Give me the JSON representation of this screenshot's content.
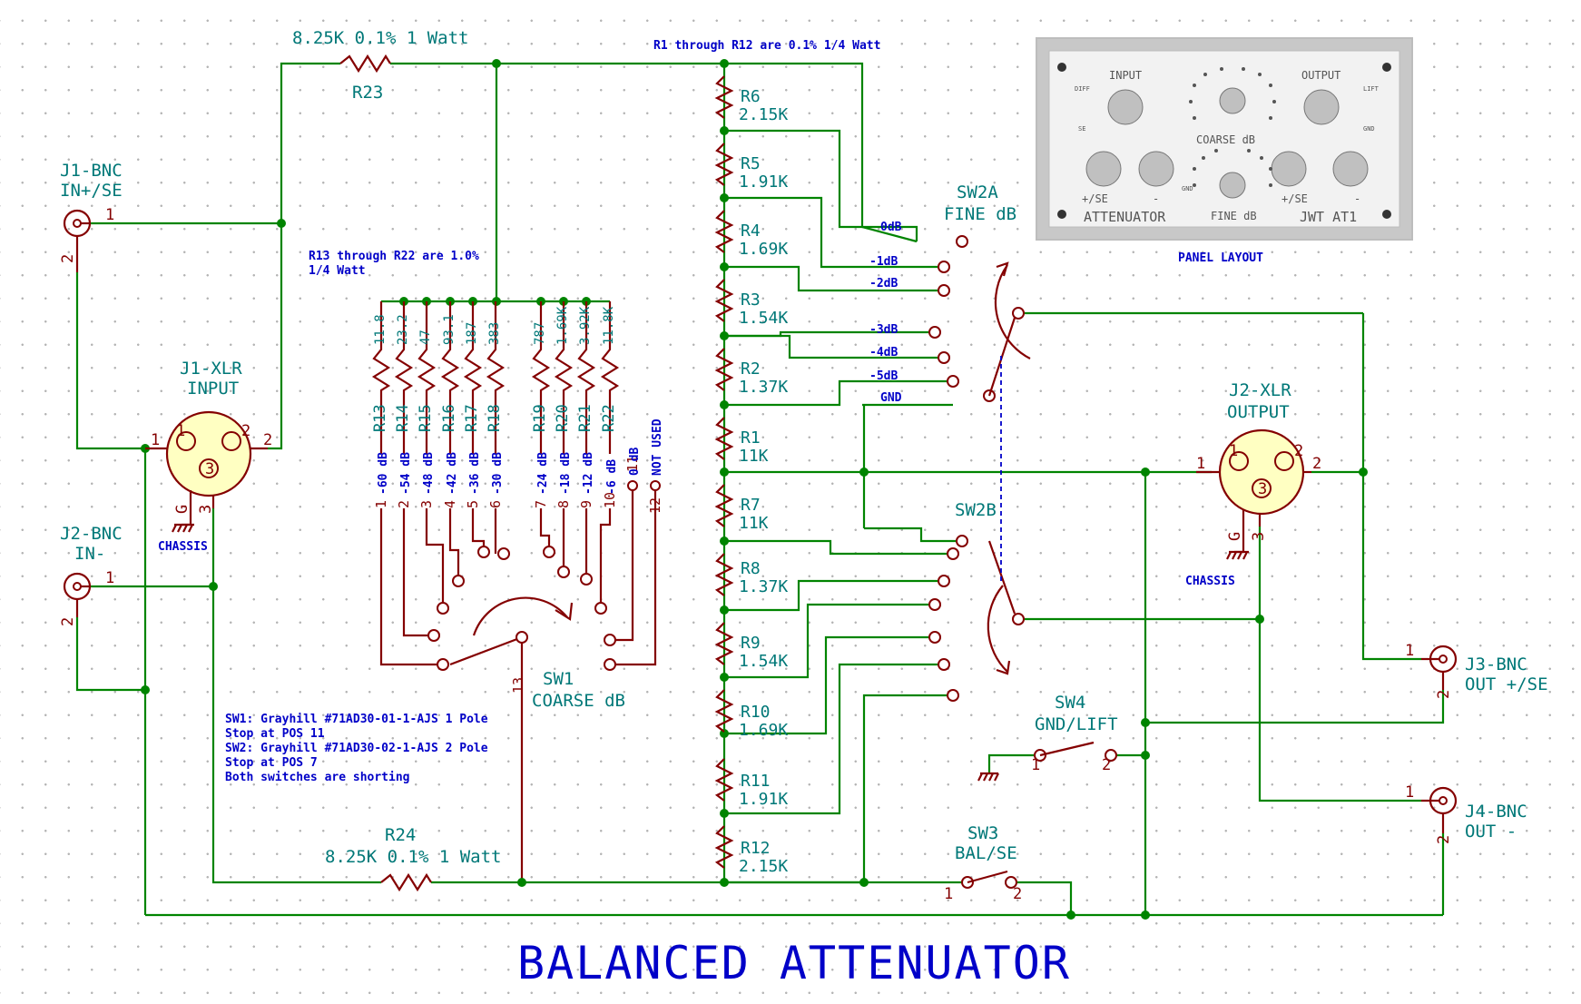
{
  "title": "BALANCED ATTENUATOR",
  "colors": {
    "wire": "#008400",
    "component": "#840000",
    "reference_text": "#007878",
    "note_text": "#0000c8",
    "connector_fill": "#ffffc2"
  },
  "labels": {
    "r23_value": "8.25K 0.1% 1 Watt",
    "r23": "R23",
    "r24": "R24",
    "r24_value": "8.25K 0.1% 1 Watt",
    "j1_bnc": "J1-BNC",
    "j1_bnc_sub": "IN+/SE",
    "j1_xlr": "J1-XLR",
    "j1_xlr_sub": "INPUT",
    "j2_bnc": "J2-BNC",
    "j2_bnc_sub": "IN-",
    "sw1": "SW1",
    "sw1_sub": "COARSE dB",
    "sw2a": "SW2A",
    "sw2a_sub": "FINE dB",
    "sw2b": "SW2B",
    "j2_xlr": "J2-XLR",
    "j2_xlr_sub": "OUTPUT",
    "sw4": "SW4",
    "sw4_sub": "GND/LIFT",
    "sw3": "SW3",
    "sw3_sub": "BAL/SE",
    "j3_bnc": "J3-BNC",
    "j3_bnc_sub": "OUT +/SE",
    "j4_bnc": "J4-BNC",
    "j4_bnc_sub": "OUT -"
  },
  "ladder": [
    {
      "ref": "R6",
      "value": "2.15K"
    },
    {
      "ref": "R5",
      "value": "1.91K"
    },
    {
      "ref": "R4",
      "value": "1.69K"
    },
    {
      "ref": "R3",
      "value": "1.54K"
    },
    {
      "ref": "R2",
      "value": "1.37K"
    },
    {
      "ref": "R1",
      "value": "11K"
    },
    {
      "ref": "R7",
      "value": "11K"
    },
    {
      "ref": "R8",
      "value": "1.37K"
    },
    {
      "ref": "R9",
      "value": "1.54K"
    },
    {
      "ref": "R10",
      "value": "1.69K"
    },
    {
      "ref": "R11",
      "value": "1.91K"
    },
    {
      "ref": "R12",
      "value": "2.15K"
    }
  ],
  "bank": [
    {
      "ref": "R13",
      "value": "11.8"
    },
    {
      "ref": "R14",
      "value": "23.2"
    },
    {
      "ref": "R15",
      "value": "47"
    },
    {
      "ref": "R16",
      "value": "93.1"
    },
    {
      "ref": "R17",
      "value": "187"
    },
    {
      "ref": "R18",
      "value": "383"
    },
    {
      "ref": "R19",
      "value": "787"
    },
    {
      "ref": "R20",
      "value": "1.69K"
    },
    {
      "ref": "R21",
      "value": "3.92K"
    },
    {
      "ref": "R22",
      "value": "11.8K"
    }
  ],
  "sw1_positions": [
    "1",
    "2",
    "3",
    "4",
    "5",
    "6",
    "7",
    "8",
    "9",
    "10",
    "11",
    "12",
    "13"
  ],
  "sw1_db": [
    "-60 dB",
    "-54 dB",
    "-48 dB",
    "-42 dB",
    "-36 dB",
    "-30 dB",
    "-24 dB",
    "-18 dB",
    "-12 dB",
    "-6 dB",
    "0 dB",
    "NOT USED"
  ],
  "sw2a_positions": [
    "0dB",
    "-1dB",
    "-2dB",
    "-3dB",
    "-4dB",
    "-5dB",
    "GND"
  ],
  "pins": {
    "j1_bnc_1": "1",
    "j1_bnc_2": "2",
    "j2_bnc_1": "1",
    "j2_bnc_2": "2",
    "xlr1_1": "1",
    "xlr1_2": "2",
    "xlr1_in1": "1",
    "xlr1_in2": "2",
    "xlr1_in3": "3",
    "xlr1_g": "G",
    "xlr1_3": "3",
    "xlr2_1": "1",
    "xlr2_2": "2",
    "xlr2_in1": "1",
    "xlr2_in2": "2",
    "xlr2_in3": "3",
    "xlr2_g": "G",
    "xlr2_3": "3",
    "j3_1": "1",
    "j3_2": "2",
    "j4_1": "1",
    "j4_2": "2",
    "sw3_1": "1",
    "sw3_2": "2",
    "sw4_1": "1",
    "sw4_2": "2"
  },
  "notes": {
    "r1_r12": "R1 through R12 are 0.1% 1/4 Watt",
    "r13_r22_line1": "R13 through R22 are 1.0%",
    "r13_r22_line2": "1/4 Watt",
    "chassis1": "CHASSIS",
    "chassis2": "CHASSIS",
    "panel_layout": "PANEL LAYOUT",
    "sw_block": [
      "SW1: Grayhill #71AD30-01-1-AJS 1 Pole",
      "Stop at POS 11",
      "SW2: Grayhill #71AD30-02-1-AJS 2 Pole",
      "Stop at POS 7",
      "Both switches are shorting"
    ]
  },
  "panel": {
    "input": "INPUT",
    "output": "OUTPUT",
    "coarse": "COARSE dB",
    "fine": "FINE dB",
    "plus_se_in": "+/SE",
    "minus_in": "-",
    "plus_se_out": "+/SE",
    "minus_out": "-",
    "attenuator": "ATTENUATOR",
    "model": "JWT AT1",
    "small_labels": [
      "DIFF",
      "SE",
      "LIFT",
      "GND",
      "GND"
    ]
  }
}
